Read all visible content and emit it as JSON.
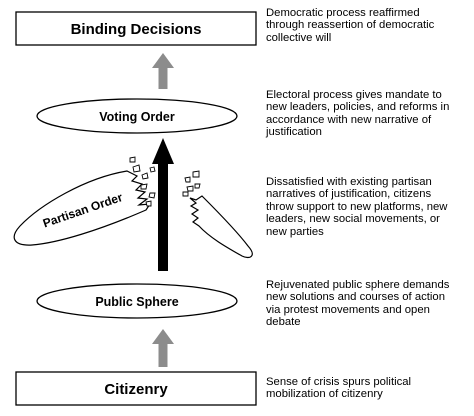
{
  "nodes": {
    "binding_decisions": "Binding Decisions",
    "voting_order": "Voting Order",
    "partisan_order": "Partisan Order",
    "public_sphere": "Public Sphere",
    "citizenry": "Citizenry"
  },
  "captions": {
    "binding_decisions": [
      "Democratic process reaffirmed",
      "through reassertion of democratic",
      "collective will"
    ],
    "voting_order": [
      "Electoral process gives mandate to",
      "new leaders, policies, and reforms in",
      "accordance with new narrative of",
      "justification"
    ],
    "partisan_order": [
      "Dissatisfied with existing partisan",
      "narratives of justification, citizens",
      "throw support to new platforms, new",
      "leaders, new social movements, or",
      "new parties"
    ],
    "public_sphere": [
      "Rejuvenated public sphere demands",
      "new solutions and courses of action",
      "via protest movements and open",
      "debate"
    ],
    "citizenry": [
      "Sense of crisis spurs political",
      "mobilization of citizenry"
    ]
  },
  "colors": {
    "gray_arrow": "#8c8c8c",
    "black_arrow": "#000000",
    "stroke": "#000000"
  }
}
